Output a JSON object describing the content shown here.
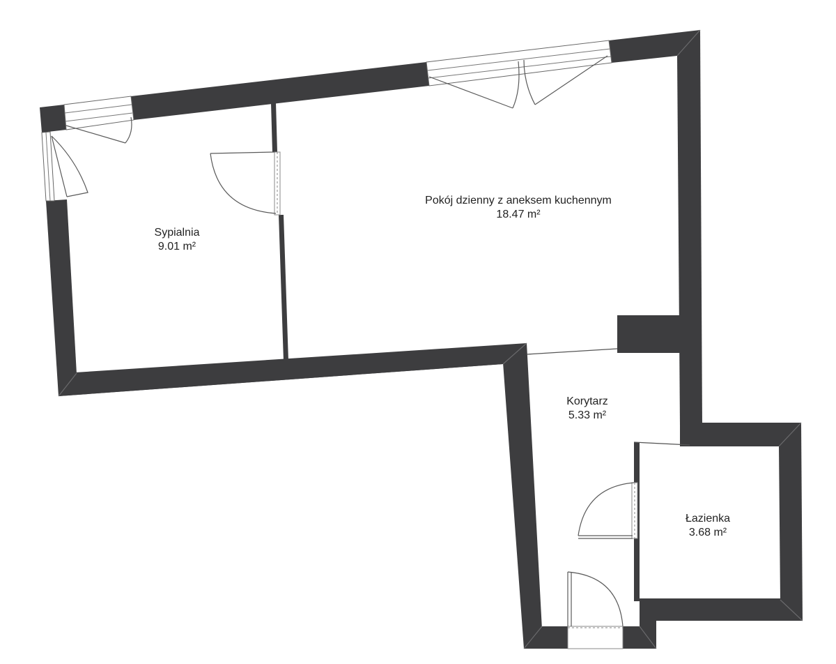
{
  "rooms": [
    {
      "id": "bedroom",
      "name": "Sypialnia",
      "area": "9.01 m²"
    },
    {
      "id": "living",
      "name": "Pokój dzienny z aneksem kuchennym",
      "area": "18.47 m²"
    },
    {
      "id": "corridor",
      "name": "Korytarz",
      "area": "5.33 m²"
    },
    {
      "id": "bathroom",
      "name": "Łazienka",
      "area": "3.68 m²"
    }
  ],
  "colors": {
    "wall": "#3d3d3f",
    "background": "#ffffff",
    "line": "#555555"
  }
}
